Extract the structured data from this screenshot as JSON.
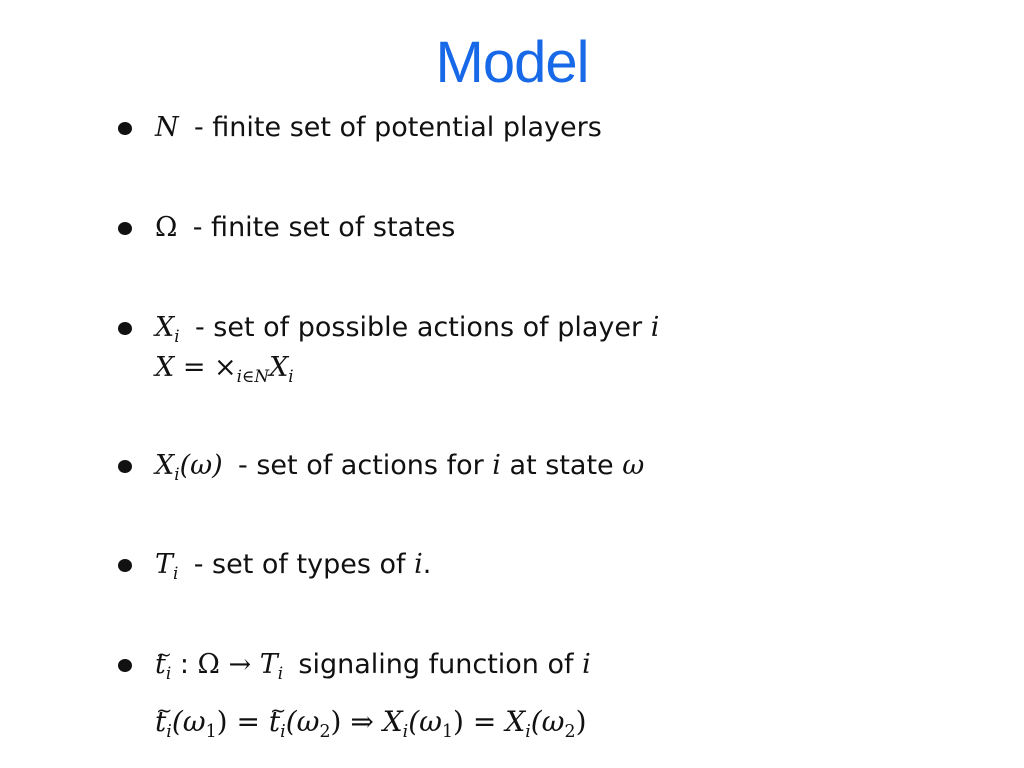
{
  "slide": {
    "title": "Model",
    "title_color": "#1769e8",
    "bullets": [
      {
        "sym": "N",
        "text": "- finite set of potential players"
      },
      {
        "sym": "Ω",
        "text": "- finite set of states"
      },
      {
        "sym": "X",
        "sub": "i",
        "text": "- set of possible actions of player",
        "tail": "i",
        "line2": {
          "lhs": "X",
          "op": "=",
          "times": "×",
          "sub": "i∈N",
          "rhs": "X",
          "rhs_sub": "i"
        }
      },
      {
        "sym": "X",
        "sub": "i",
        "arg": "(ω)",
        "text": "- set of actions for",
        "mid": "i",
        "text2": "at state",
        "tail": "ω"
      },
      {
        "sym": "T",
        "sub": "i",
        "text": "- set of types of",
        "tail": "i",
        "tail_punct": "."
      },
      {
        "sym": "t",
        "sub": "i",
        "colon": ":",
        "map": "Ω → ",
        "map_sym": "T",
        "map_sub": "i",
        "text": "signaling function of",
        "tail": "i"
      }
    ],
    "formula": {
      "t": "t",
      "i": "i",
      "w1": "(ω",
      "one": "1",
      "close": ")",
      "eq": "=",
      "w2": "(ω",
      "two": "2",
      "implies": "⇒",
      "X": "X"
    }
  }
}
